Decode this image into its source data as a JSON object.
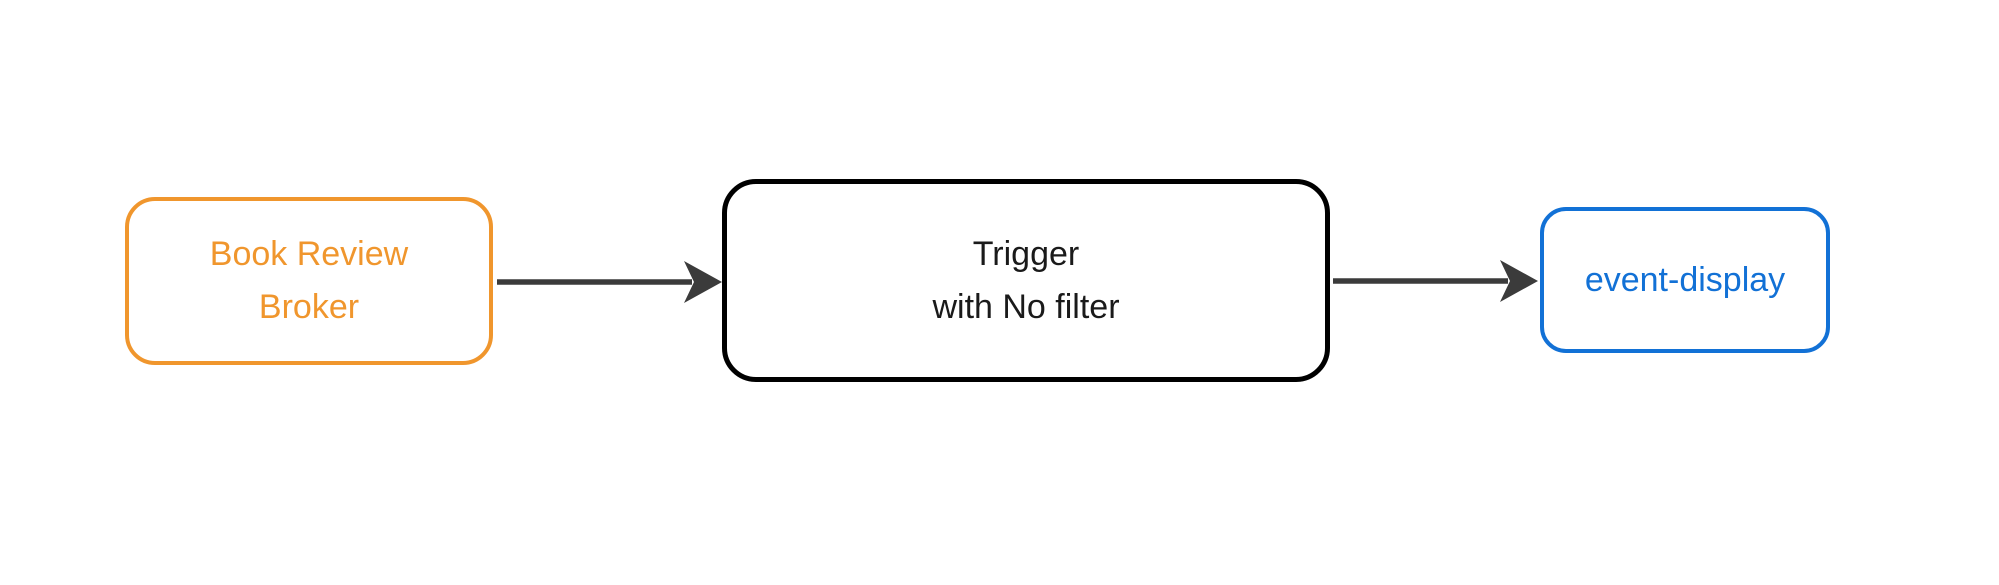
{
  "diagram": {
    "type": "flowchart",
    "direction": "left-to-right",
    "background_color": "#ffffff",
    "edge_color": "#3B3B3B",
    "nodes": [
      {
        "id": "book-review-broker",
        "lines": [
          "Book Review",
          "Broker"
        ],
        "border_color": "#F0962D",
        "text_color": "#F0962D",
        "shape": "rounded-rectangle"
      },
      {
        "id": "trigger-with-no-filter",
        "lines": [
          "Trigger",
          "with No filter"
        ],
        "border_color": "#000000",
        "text_color": "#1a1a1a",
        "shape": "rounded-rectangle"
      },
      {
        "id": "event-display",
        "lines": [
          "event-display"
        ],
        "border_color": "#1271D6",
        "text_color": "#1271D6",
        "shape": "rounded-rectangle"
      }
    ],
    "edges": [
      {
        "from": "book-review-broker",
        "to": "trigger-with-no-filter",
        "style": "arrow"
      },
      {
        "from": "trigger-with-no-filter",
        "to": "event-display",
        "style": "arrow"
      }
    ]
  }
}
